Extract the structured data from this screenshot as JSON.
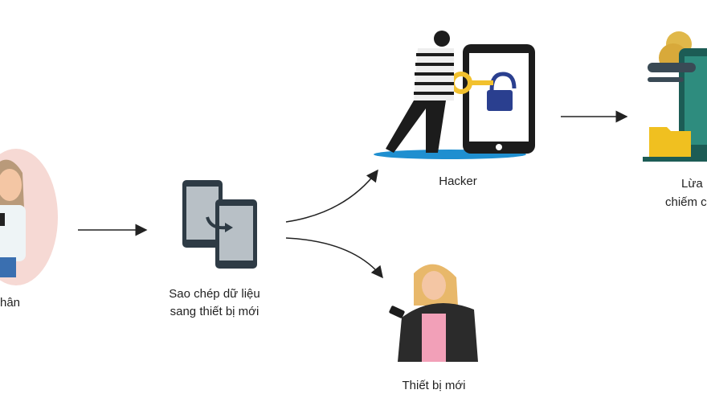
{
  "labels": {
    "owner": "hân",
    "copy_line1": "Sao chép dữ liệu",
    "copy_line2": "sang thiết bị mới",
    "hacker": "Hacker",
    "new_device": "Thiết bị mới",
    "fraud_line1": "Lừa",
    "fraud_line2": "chiếm c"
  },
  "colors": {
    "accent": "#1f8fd0",
    "key": "#f2c12e",
    "lock": "#2a3f8f",
    "skin": "#f4c6a4"
  }
}
